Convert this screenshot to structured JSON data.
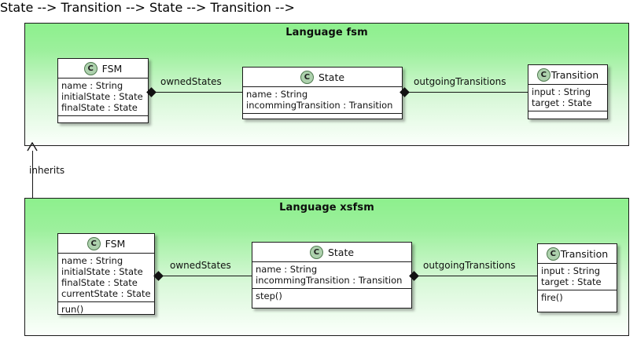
{
  "diagram": {
    "kind": "uml-class-diagram",
    "packages": [
      {
        "id": "fsm",
        "title": "Language fsm",
        "classes": [
          {
            "id": "fsm-FSM",
            "icon_letter": "C",
            "icon_name": "class-icon",
            "name": "FSM",
            "attributes": [
              "name : String",
              "initialState : State",
              "finalState : State"
            ],
            "operations": []
          },
          {
            "id": "fsm-State",
            "icon_letter": "C",
            "icon_name": "class-icon",
            "name": "State",
            "attributes": [
              "name : String",
              "incommingTransition : Transition"
            ],
            "operations": []
          },
          {
            "id": "fsm-Transition",
            "icon_letter": "C",
            "icon_name": "class-icon",
            "name": "Transition",
            "attributes": [
              "input : String",
              "target : State"
            ],
            "operations": []
          }
        ],
        "associations": [
          {
            "label": "ownedStates",
            "from": "fsm-FSM",
            "to": "fsm-State",
            "type": "composition"
          },
          {
            "label": "outgoingTransitions",
            "from": "fsm-State",
            "to": "fsm-Transition",
            "type": "composition"
          }
        ]
      },
      {
        "id": "xsfsm",
        "title": "Language xsfsm",
        "classes": [
          {
            "id": "xsfsm-FSM",
            "icon_letter": "C",
            "icon_name": "class-icon",
            "name": "FSM",
            "attributes": [
              "name : String",
              "initialState : State",
              "finalState : State",
              "currentState : State"
            ],
            "operations": [
              "run()"
            ]
          },
          {
            "id": "xsfsm-State",
            "icon_letter": "C",
            "icon_name": "class-icon",
            "name": "State",
            "attributes": [
              "name : String",
              "incommingTransition : Transition"
            ],
            "operations": [
              "step()"
            ]
          },
          {
            "id": "xsfsm-Transition",
            "icon_letter": "C",
            "icon_name": "class-icon",
            "name": "Transition",
            "attributes": [
              "input : String",
              "target : State"
            ],
            "operations": [
              "fire()"
            ]
          }
        ],
        "associations": [
          {
            "label": "ownedStates",
            "from": "xsfsm-FSM",
            "to": "xsfsm-State",
            "type": "composition"
          },
          {
            "label": "outgoingTransitions",
            "from": "xsfsm-State",
            "to": "xsfsm-Transition",
            "type": "composition"
          }
        ]
      }
    ],
    "package_relation": {
      "label": "inherits",
      "from": "xsfsm",
      "to": "fsm",
      "arrow": "open-arrow-up"
    },
    "colors": {
      "package_fill_top": "#8df08d",
      "package_fill_bottom": "#fbfffb",
      "class_fill": "#ffffff",
      "line": "#161616",
      "icon_fill": "#add1ad",
      "icon_border": "#4f7a4f"
    }
  }
}
